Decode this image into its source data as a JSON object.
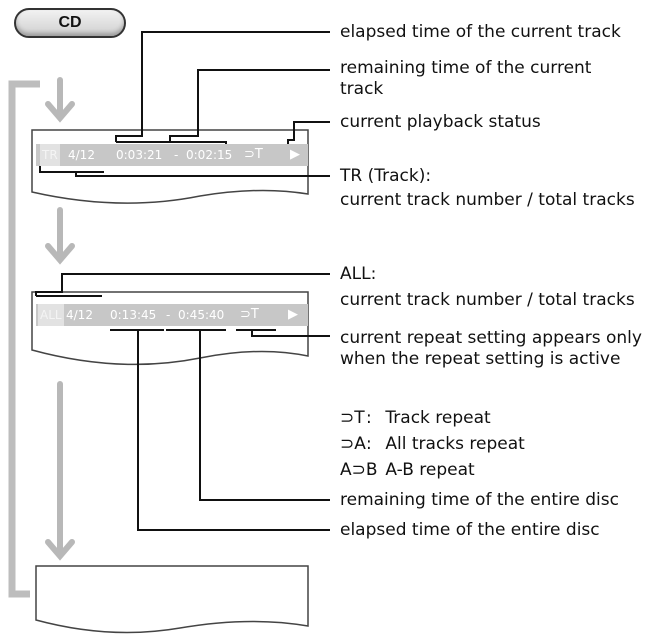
{
  "button": {
    "label": "CD"
  },
  "display1": {
    "mode": "TR",
    "track": "4/12",
    "elapsed": "0:03:21",
    "separator": "-",
    "remaining": "0:02:15",
    "repeat": "⊃T",
    "status": "▶"
  },
  "display2": {
    "mode": "ALL",
    "track": "4/12",
    "elapsed": "0:13:45",
    "separator": "-",
    "remaining": "0:45:40",
    "repeat": "⊃T",
    "status": "▶"
  },
  "labels": {
    "elapsed_track": "elapsed time of the current track",
    "remaining_track": "remaining time of the current track",
    "playback_status": "current playback status",
    "tr_title": "TR (Track):",
    "tr_desc": "current track number / total tracks",
    "all_title": "ALL:",
    "all_desc": "current track number / total tracks",
    "repeat_desc": "current repeat setting appears only when the repeat setting is active",
    "remaining_disc": "remaining time of the entire disc",
    "elapsed_disc": "elapsed time of the entire disc"
  },
  "legend": [
    {
      "symbol": "⊃T",
      "sep": ":",
      "text": "Track repeat"
    },
    {
      "symbol": "⊃A",
      "sep": ":",
      "text": "All tracks repeat"
    },
    {
      "symbol": "A⊃B",
      "sep": ":",
      "text": "A-B repeat"
    }
  ],
  "colors": {
    "display_bg": "#c7c7c7",
    "arrow": "#b8b8b8",
    "line": "#111111"
  }
}
